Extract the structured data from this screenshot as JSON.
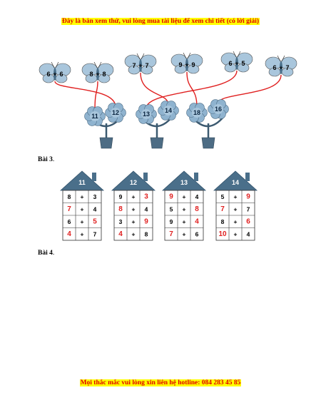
{
  "banners": {
    "top": "Đây là bản xem thử, vui lòng mua tài liệu để xem chi tiết (có lời giải)",
    "bottom": "Mọi thắc mắc vui lòng xin liên hệ hotline: 084 283 45 85"
  },
  "headings": {
    "bai3": "Bài 3",
    "bai3_dot": ".",
    "bai4": "Bài 4",
    "bai4_dot": "."
  },
  "butterflies": [
    {
      "a": "6",
      "b": "6"
    },
    {
      "a": "8",
      "b": "8"
    },
    {
      "a": "7",
      "b": "7"
    },
    {
      "a": "9",
      "b": "9"
    },
    {
      "a": "6",
      "b": "5"
    },
    {
      "a": "6",
      "b": "7"
    }
  ],
  "operator": "+",
  "flowers": [
    "11",
    "12",
    "13",
    "14",
    "18",
    "16"
  ],
  "houses": [
    {
      "label": "11",
      "rows": [
        {
          "a": "8",
          "b": "3",
          "a_red": false,
          "b_red": false
        },
        {
          "a": "7",
          "b": "4",
          "a_red": true,
          "b_red": false
        },
        {
          "a": "6",
          "b": "5",
          "a_red": false,
          "b_red": true
        },
        {
          "a": "4",
          "b": "7",
          "a_red": true,
          "b_red": false
        }
      ]
    },
    {
      "label": "12",
      "rows": [
        {
          "a": "9",
          "b": "3",
          "a_red": false,
          "b_red": true
        },
        {
          "a": "8",
          "b": "4",
          "a_red": true,
          "b_red": false
        },
        {
          "a": "3",
          "b": "9",
          "a_red": false,
          "b_red": true
        },
        {
          "a": "4",
          "b": "8",
          "a_red": true,
          "b_red": false
        }
      ]
    },
    {
      "label": "13",
      "rows": [
        {
          "a": "9",
          "b": "4",
          "a_red": true,
          "b_red": false
        },
        {
          "a": "5",
          "b": "8",
          "a_red": false,
          "b_red": true
        },
        {
          "a": "9",
          "b": "4",
          "a_red": false,
          "b_red": true
        },
        {
          "a": "7",
          "b": "6",
          "a_red": true,
          "b_red": false
        }
      ]
    },
    {
      "label": "14",
      "rows": [
        {
          "a": "5",
          "b": "9",
          "a_red": false,
          "b_red": true
        },
        {
          "a": "7",
          "b": "7",
          "a_red": true,
          "b_red": false
        },
        {
          "a": "8",
          "b": "6",
          "a_red": false,
          "b_red": true
        },
        {
          "a": "10",
          "b": "4",
          "a_red": true,
          "b_red": false
        }
      ]
    }
  ],
  "colors": {
    "banner_text": "#e00000",
    "banner_highlight": "#ffff00",
    "answer_red": "#e02020",
    "line_red": "#e02020",
    "roof_blue": "#4a6f8a",
    "butterfly_blue": "#a9c6dc",
    "flower_blue": "#8fb3cf",
    "pot_blue": "#4d6c84"
  }
}
